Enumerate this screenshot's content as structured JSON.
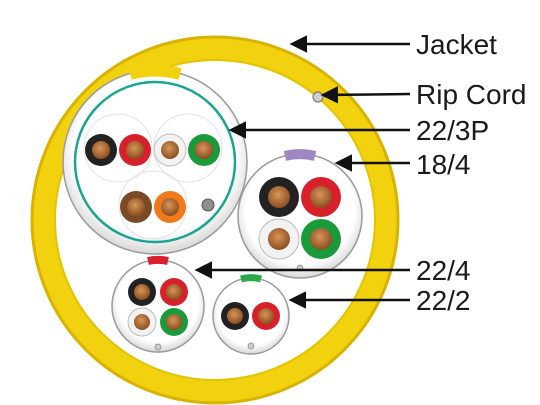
{
  "labels": {
    "jacket": "Jacket",
    "rip_cord": "Rip Cord",
    "bundle_22_3p": "22/3P",
    "bundle_18_4": "18/4",
    "bundle_22_4": "22/4",
    "bundle_22_2": "22/2"
  },
  "colors": {
    "jacket": "#f2d10f",
    "jacket_dark": "#d9b200",
    "sheath": "#f4f4f4",
    "sheath_edge": "#9a9a9a",
    "copper": "#b87333",
    "shield": "#1aa58f",
    "conductor_black": "#222222",
    "conductor_red": "#d8202a",
    "conductor_white": "#f2f2f2",
    "conductor_green": "#1a9a3a",
    "conductor_brown": "#7a4a26",
    "conductor_orange": "#f07a1a",
    "stripe_purple": "#9f87c2",
    "stripe_red": "#d8202a",
    "stripe_green": "#2aa84a",
    "stripe_yellow": "#f2d10f"
  }
}
